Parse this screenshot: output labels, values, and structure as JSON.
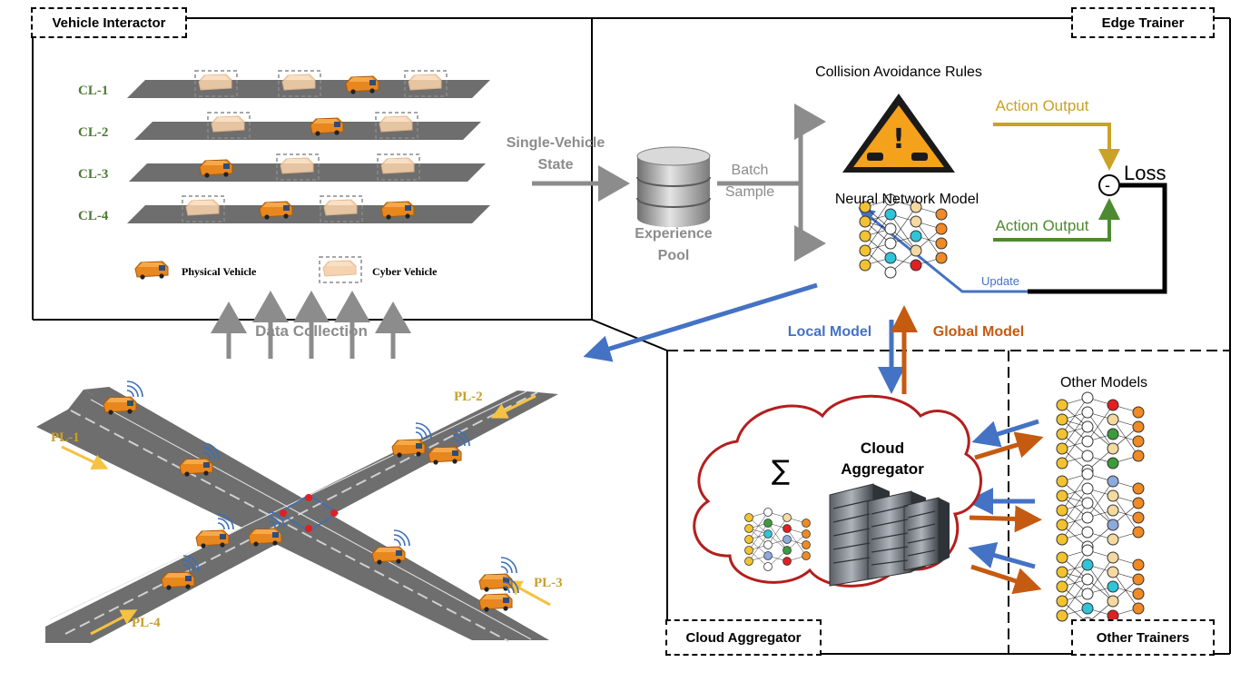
{
  "sections": {
    "vehicle_interactor": "Vehicle Interactor",
    "edge_trainer": "Edge Trainer",
    "cloud_aggregator": "Cloud Aggregator",
    "other_trainers": "Other Trainers"
  },
  "cyber_lanes": [
    "CL-1",
    "CL-2",
    "CL-3",
    "CL-4"
  ],
  "physical_lanes": [
    "PL-1",
    "PL-2",
    "PL-3",
    "PL-4"
  ],
  "legend": {
    "physical": "Physical Vehicle",
    "cyber": "Cyber Vehicle"
  },
  "flow": {
    "single_vehicle_state_line1": "Single-Vehicle",
    "single_vehicle_state_line2": "State",
    "experience_pool_line1": "Experience",
    "experience_pool_line2": "Pool",
    "batch_sample_line1": "Batch",
    "batch_sample_line2": "Sample",
    "data_collection": "Data Collection",
    "collision_rules": "Collision Avoidance Rules",
    "neural_network": "Neural Network Model",
    "action_output_1": "Action Output",
    "action_output_2": "Action Output",
    "loss": "Loss",
    "minus": "-",
    "update": "Update",
    "local_model": "Local Model",
    "global_model": "Global Model",
    "other_models": "Other Models",
    "cloud_line1": "Cloud",
    "cloud_line2": "Aggregator",
    "sigma": "∑"
  },
  "colors": {
    "lane_label_green": "#4e7a32",
    "physical_lane_gold": "#c8a02a",
    "gold_arrow": "#c9a227",
    "green_arrow": "#4e8a30",
    "blue_arrow": "#4472c4",
    "orange_arrow": "#c55a11",
    "gray_arrow": "#8c8c8c",
    "cloud_red": "#b41e1e",
    "road_gray": "#6e6e6e",
    "vehicle_orange": "#e8871e"
  },
  "icons": [
    "database-icon",
    "warning-sign-icon",
    "neural-network-icon",
    "server-rack-icon",
    "vehicle-icon",
    "wireless-signal-icon"
  ]
}
